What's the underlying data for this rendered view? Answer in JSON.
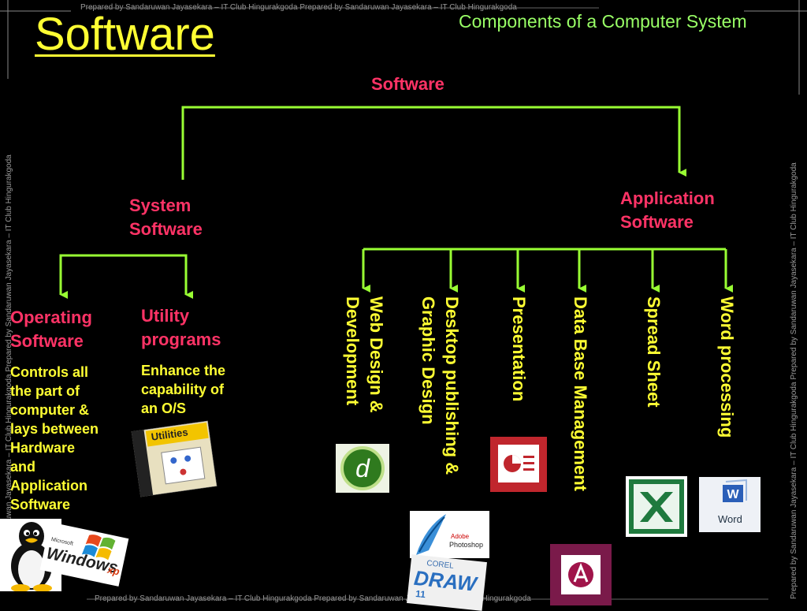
{
  "slide": {
    "title": "Software",
    "subtitle": "Components of a Computer System",
    "watermark_top": "Prepared by Sandaruwan Jayasekara – IT Club Hingurakgoda Prepared by Sandaruwan Jayasekara – IT Club Hingurakgoda",
    "watermark_bottom": "Prepared by Sandaruwan Jayasekara – IT Club Hingurakgoda Prepared by Sandaruwan Jayasekara – IT Club Hingurakgoda",
    "watermark_left": "Prepared by Sandaruwan Jayasekara – IT Club Hingurakgoda Prepared by Sandaruwan Jayasekara – IT Club Hingurakgoda",
    "watermark_right": "Prepared by Sandaruwan Jayasekara – IT Club Hingurakgoda Prepared by Sandaruwan Jayasekara – IT Club Hingurakgoda"
  },
  "diagram": {
    "root": "Software",
    "system": {
      "label_line1": "System",
      "label_line2": "Software",
      "children": {
        "os": {
          "label_line1": "Operating",
          "label_line2": "Software",
          "desc_lines": [
            "Controls all",
            "the part of",
            "computer &",
            "lays between",
            "Hardware",
            "and",
            "Application",
            "Software"
          ]
        },
        "utility": {
          "label_line1": "Utility",
          "label_line2": "programs",
          "desc_lines": [
            "Enhance the",
            "capability of",
            "an O/S"
          ]
        }
      }
    },
    "application": {
      "label_line1": "Application",
      "label_line2": "Software",
      "categories": [
        {
          "line1": "Web Design &",
          "line2": "Development"
        },
        {
          "line1": "Desktop publishing &",
          "line2": "Graphic Design"
        },
        {
          "line1": "Presentation",
          "line2": ""
        },
        {
          "line1": "Data Base Management",
          "line2": ""
        },
        {
          "line1": "Spread Sheet",
          "line2": ""
        },
        {
          "line1": "Word processing",
          "line2": ""
        }
      ]
    }
  },
  "logos": {
    "utilities_box": "Utilities",
    "windows": "Windows",
    "windows_xp": "xp",
    "microsoft": "Microsoft",
    "adobe": "Adobe",
    "photoshop": "Photoshop",
    "corel": "COREL",
    "draw": "DRAW",
    "draw_version": "11",
    "word": "Word"
  },
  "colors": {
    "background": "#000000",
    "title": "#ffff33",
    "subtitle": "#99ff66",
    "node_labels": "#ff3366",
    "descriptions": "#ffff33",
    "connectors": "#99ff33"
  }
}
